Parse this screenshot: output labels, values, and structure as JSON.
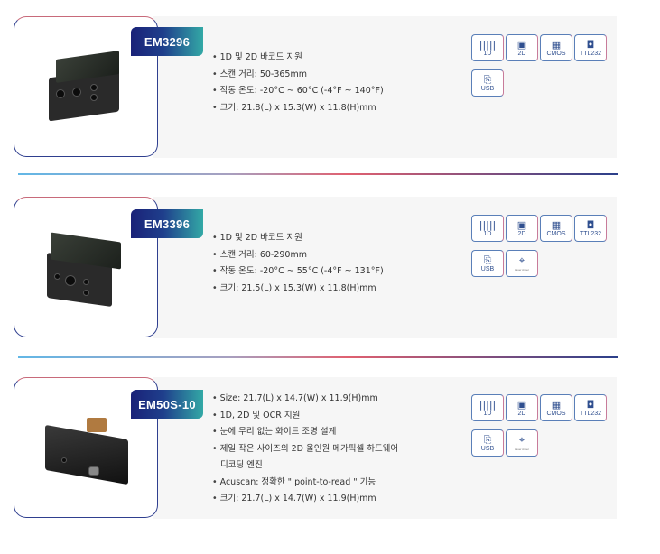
{
  "products": [
    {
      "model": "EM3296",
      "specs": [
        "1D 및 2D 바코드 지원",
        "스캔 거리: 50-365mm",
        "작동 온도: -20°C ~ 60°C (-4°F ~ 140°F)",
        "크기: 21.8(L) x 15.3(W) x 11.8(H)mm"
      ],
      "features": [
        {
          "label": "1D",
          "icon": "barcode-icon"
        },
        {
          "label": "2D",
          "icon": "qr-code-icon"
        },
        {
          "label": "CMOS",
          "icon": "chip-icon"
        },
        {
          "label": "TTL232",
          "icon": "port-icon"
        },
        {
          "label": "USB",
          "icon": "usb-icon"
        }
      ]
    },
    {
      "model": "EM3396",
      "specs": [
        "1D 및 2D 바코드 지원",
        "스캔 거리: 60-290mm",
        "작동 온도: -20°C ~ 55°C (-4°F ~ 131°F)",
        "크기: 21.5(L) x 15.3(W) x 11.8(H)mm"
      ],
      "features": [
        {
          "label": "1D",
          "icon": "barcode-icon"
        },
        {
          "label": "2D",
          "icon": "qr-code-icon"
        },
        {
          "label": "CMOS",
          "icon": "chip-icon"
        },
        {
          "label": "TTL232",
          "icon": "port-icon"
        },
        {
          "label": "USB",
          "icon": "usb-icon"
        },
        {
          "label": "Laser Aimer",
          "icon": "crosshair-icon"
        }
      ]
    },
    {
      "model": "EM50S-10",
      "specs": [
        "Size: 21.7(L) x 14.7(W) x 11.9(H)mm",
        "1D, 2D 및 OCR 지원",
        "눈에 무리 없는 화이트 조명 설계",
        "제일 작은 사이즈의 2D 올인원 메가픽셀 하드웨어",
        "디코딩 엔진",
        "Acuscan: 정확한 \" point-to-read \" 기능",
        "크기: 21.7(L) x 14.7(W) x 11.9(H)mm"
      ],
      "features": [
        {
          "label": "1D",
          "icon": "barcode-icon"
        },
        {
          "label": "2D",
          "icon": "qr-code-icon"
        },
        {
          "label": "CMOS",
          "icon": "chip-icon"
        },
        {
          "label": "TTL232",
          "icon": "port-icon"
        },
        {
          "label": "USB",
          "icon": "usb-icon"
        },
        {
          "label": "Laser Aimer",
          "icon": "crosshair-icon"
        }
      ]
    }
  ]
}
